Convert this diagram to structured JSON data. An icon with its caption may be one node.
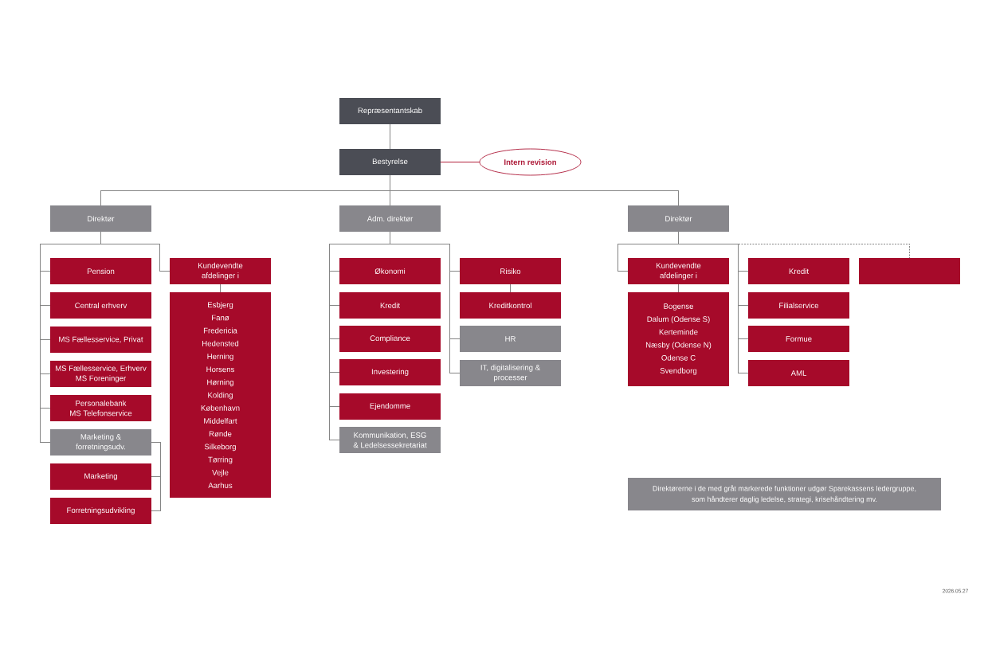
{
  "diagram": {
    "nodes": [
      {
        "text": [
          "Repræsentantskab"
        ]
      },
      {
        "text": [
          "Bestyrelse"
        ]
      },
      {
        "text": [
          "Intern revision"
        ]
      },
      {
        "text": [
          "Direktør"
        ]
      },
      {
        "text": [
          "Adm. direktør"
        ]
      },
      {
        "text": [
          "Direktør"
        ]
      },
      {
        "text": [
          "Pension"
        ]
      },
      {
        "text": [
          "Central erhverv"
        ]
      },
      {
        "text": [
          "MS Fællesservice, Privat"
        ]
      },
      {
        "text": [
          "MS Fællesservice, Erhverv",
          "MS Foreninger"
        ]
      },
      {
        "text": [
          "Personalebank",
          "MS Telefonservice"
        ]
      },
      {
        "text": [
          "Marketing & forretningsudv."
        ]
      },
      {
        "text": [
          "Marketing"
        ]
      },
      {
        "text": [
          "Forretningsudvikling"
        ]
      },
      {
        "text": [
          "Kundevendte afdelinger i"
        ]
      },
      {
        "text": [
          "Esbjerg",
          "Fanø",
          "Fredericia",
          "Hedensted",
          "Herning",
          "Horsens",
          "Hørning",
          "Kolding",
          "København",
          "Middelfart",
          "Rønde",
          "Silkeborg",
          "Tørring",
          "Vejle",
          "Aarhus"
        ]
      },
      {
        "text": [
          "Økonomi"
        ]
      },
      {
        "text": [
          "Kredit"
        ]
      },
      {
        "text": [
          "Compliance"
        ]
      },
      {
        "text": [
          "Investering"
        ]
      },
      {
        "text": [
          "Ejendomme"
        ]
      },
      {
        "text": [
          "Kommunikation, ESG & Ledelsessekretariat"
        ]
      },
      {
        "text": [
          "Risiko"
        ]
      },
      {
        "text": [
          "Kreditkontrol"
        ]
      },
      {
        "text": [
          "HR"
        ]
      },
      {
        "text": [
          "IT, digitalisering & processer"
        ]
      },
      {
        "text": [
          "Kundevendte afdelinger i"
        ]
      },
      {
        "text": [
          "Bogense",
          "Dalum (Odense S)",
          "Kerteminde",
          "Næsby (Odense N)",
          "Odense C",
          "Svendborg"
        ]
      },
      {
        "text": [
          "Kredit"
        ]
      },
      {
        "text": [
          "Filialservice"
        ]
      },
      {
        "text": [
          "Formue"
        ]
      },
      {
        "text": [
          "AML"
        ]
      },
      {
        "text": [],
        "shape": "box"
      },
      {
        "text": [
          "Direktørerne i de med gråt markerede funktioner udgør Sparekassens ledergruppe, som håndterer daglig ledelse, strategi, krisehåndtering mv."
        ]
      }
    ],
    "edges": [
      {
        "from": 0,
        "to": 1,
        "arrow": "none"
      },
      {
        "from": 1,
        "to": 2,
        "arrow": "none",
        "color": "#b3203d"
      },
      {
        "from": 1,
        "to": 3,
        "arrow": "none"
      },
      {
        "from": 1,
        "to": 4,
        "arrow": "none"
      },
      {
        "from": 1,
        "to": 5,
        "arrow": "none"
      },
      {
        "from": 3,
        "to": 6,
        "arrow": "none"
      },
      {
        "from": 3,
        "to": 7,
        "arrow": "none"
      },
      {
        "from": 3,
        "to": 8,
        "arrow": "none"
      },
      {
        "from": 3,
        "to": 9,
        "arrow": "none"
      },
      {
        "from": 3,
        "to": 10,
        "arrow": "none"
      },
      {
        "from": 3,
        "to": 11,
        "arrow": "none"
      },
      {
        "from": 3,
        "to": 14,
        "arrow": "none"
      },
      {
        "from": 11,
        "to": 12,
        "arrow": "none"
      },
      {
        "from": 11,
        "to": 13,
        "arrow": "none"
      },
      {
        "from": 14,
        "to": 15,
        "arrow": "none"
      },
      {
        "from": 4,
        "to": 16,
        "arrow": "none"
      },
      {
        "from": 4,
        "to": 17,
        "arrow": "none"
      },
      {
        "from": 4,
        "to": 18,
        "arrow": "none"
      },
      {
        "from": 4,
        "to": 19,
        "arrow": "none"
      },
      {
        "from": 4,
        "to": 20,
        "arrow": "none"
      },
      {
        "from": 4,
        "to": 21,
        "arrow": "none"
      },
      {
        "from": 4,
        "to": 22,
        "arrow": "none"
      },
      {
        "from": 4,
        "to": 24,
        "arrow": "none"
      },
      {
        "from": 4,
        "to": 25,
        "arrow": "none"
      },
      {
        "from": 22,
        "to": 23,
        "arrow": "none"
      },
      {
        "from": 5,
        "to": 26,
        "arrow": "none"
      },
      {
        "from": 26,
        "to": 27,
        "arrow": "none"
      },
      {
        "from": 5,
        "to": 28,
        "arrow": "none"
      },
      {
        "from": 5,
        "to": 29,
        "arrow": "none"
      },
      {
        "from": 5,
        "to": 30,
        "arrow": "none"
      },
      {
        "from": 5,
        "to": 31,
        "arrow": "none"
      },
      {
        "from": 5,
        "to": 32,
        "arrow": "none",
        "style": "dashed"
      }
    ],
    "labels": [
      "2026.05.27"
    ]
  }
}
